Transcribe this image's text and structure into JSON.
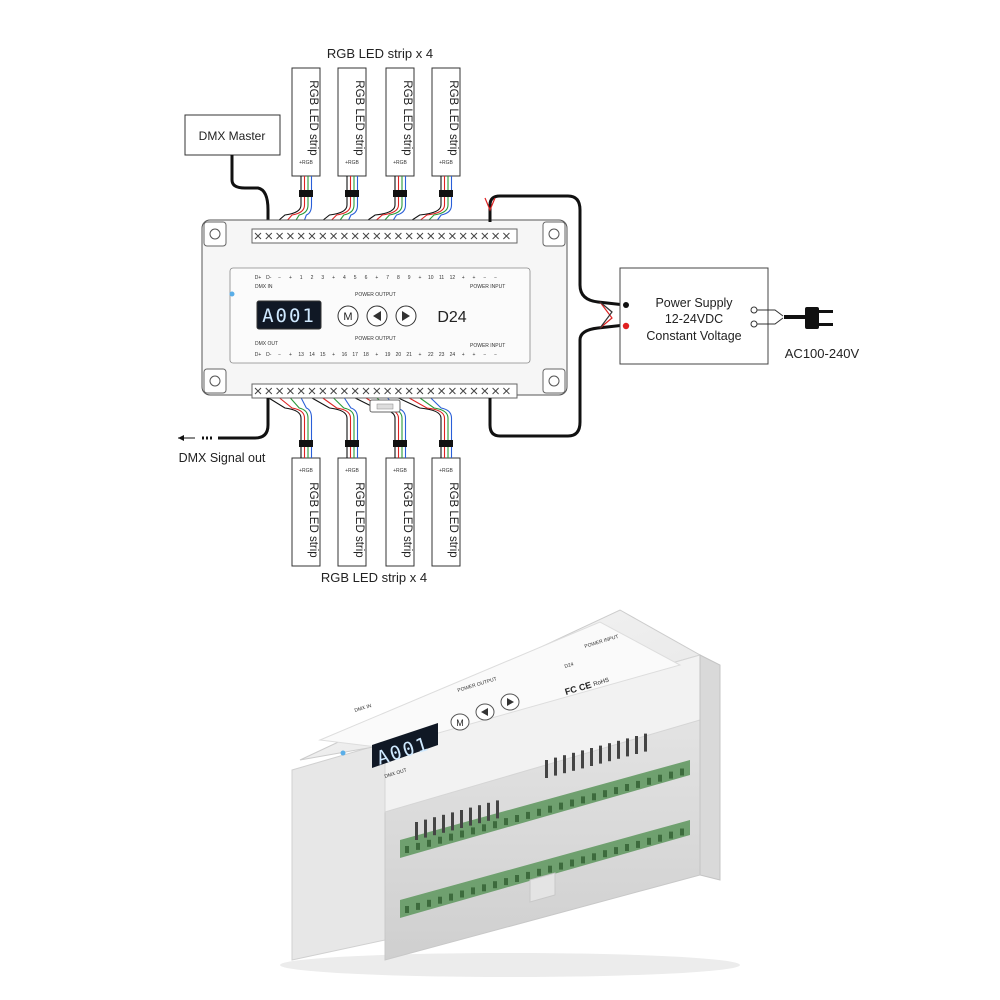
{
  "diagram": {
    "top_strip_group_label": "RGB LED strip x 4",
    "bottom_strip_group_label": "RGB LED strip x 4",
    "strip_label": "RGB LED strip",
    "strip_pins": "+RGB",
    "dmx_master": "DMX Master",
    "dmx_signal_out": "DMX Signal out",
    "power_supply": {
      "line1": "Power Supply",
      "line2": "12-24VDC",
      "line3": "Constant Voltage"
    },
    "mains": "AC100-240V",
    "controller": {
      "model": "D24",
      "display": "A001",
      "button_m": "M",
      "dmx_in": "DMX IN",
      "dmx_out": "DMX OUT",
      "power_output": "POWER OUTPUT",
      "power_input": "POWER INPUT",
      "top_channels": [
        "1",
        "2",
        "3",
        "4",
        "5",
        "6",
        "7",
        "8",
        "9",
        "10",
        "11",
        "12"
      ],
      "bottom_channels": [
        "13",
        "14",
        "15",
        "16",
        "17",
        "18",
        "19",
        "20",
        "21",
        "22",
        "23",
        "24"
      ],
      "dmx_pins": [
        "D+",
        "D-",
        "−"
      ]
    }
  },
  "photo": {
    "display": "A001",
    "button_m": "M",
    "model": "D24",
    "dmx_in": "DMX IN",
    "dmx_out": "DMX OUT",
    "power_output": "POWER OUTPUT",
    "power_input": "POWER INPUT",
    "cert_fc": "FC",
    "cert_ce": "CE",
    "cert_rohs": "RoHS"
  }
}
